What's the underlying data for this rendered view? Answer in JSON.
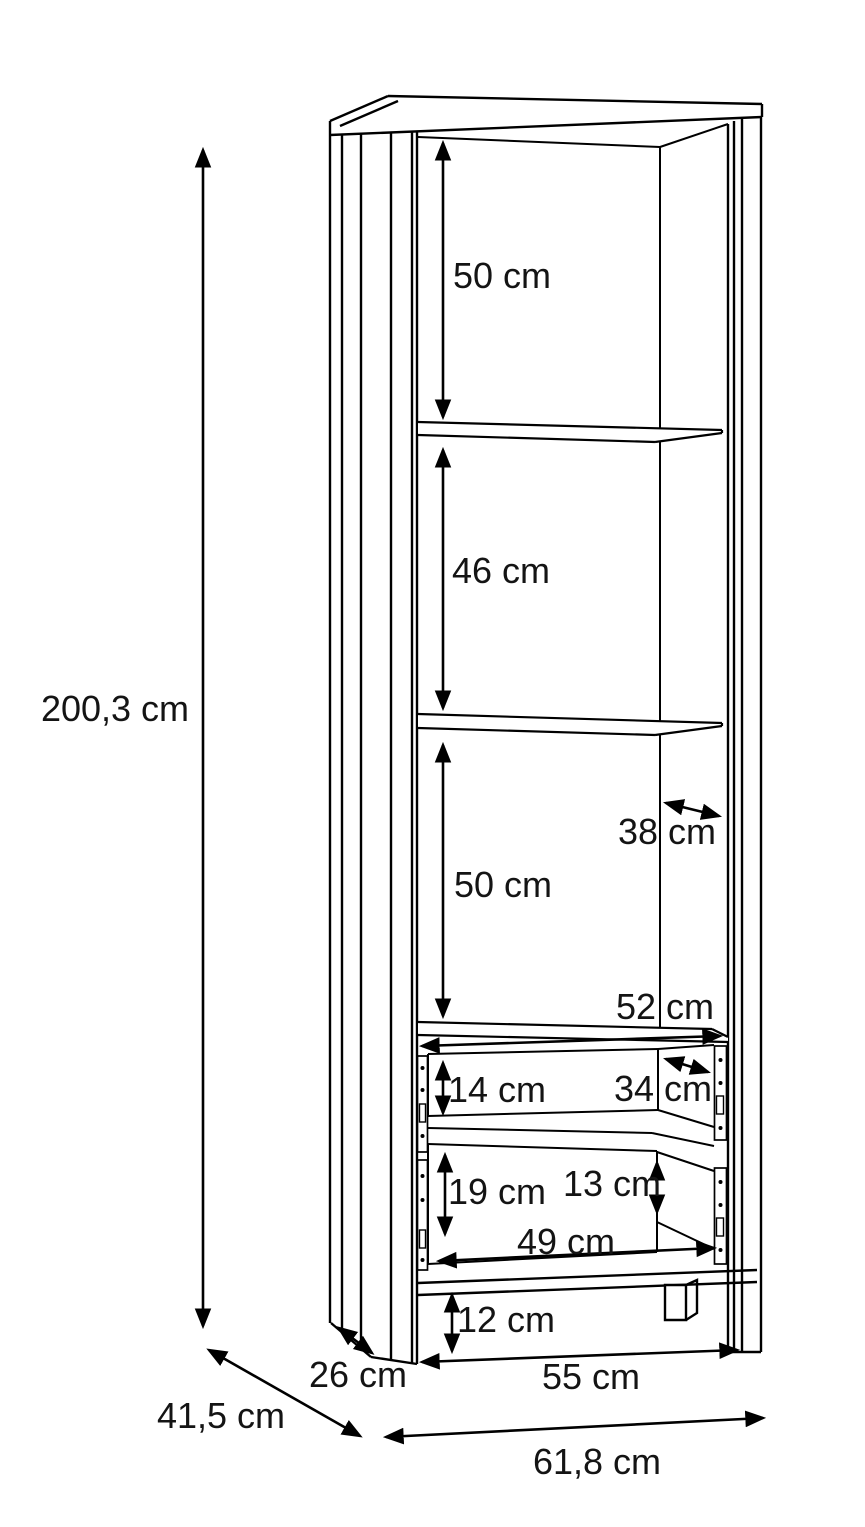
{
  "figure": {
    "type": "furniture-dimension-diagram",
    "subject": "tall cabinet with three open shelf compartments and two drawers",
    "unit": "cm",
    "line_color": "#000000",
    "background_color": "#ffffff",
    "text_color": "#141414"
  },
  "dimensions": {
    "total_height": "200,3 cm",
    "compartment_top_height": "50 cm",
    "compartment_middle_height": "46 cm",
    "compartment_lower_height": "50 cm",
    "interior_depth": "38 cm",
    "interior_width": "52 cm",
    "drawer_top_front_height": "14 cm",
    "drawer_top_depth": "34 cm",
    "drawer_bottom_front_height": "19 cm",
    "drawer_bottom_inner_height": "13 cm",
    "drawer_width": "49 cm",
    "plinth_height": "12 cm",
    "base_side_depth": "26 cm",
    "base_width": "55 cm",
    "total_depth": "41,5 cm",
    "total_width": "61,8 cm"
  }
}
